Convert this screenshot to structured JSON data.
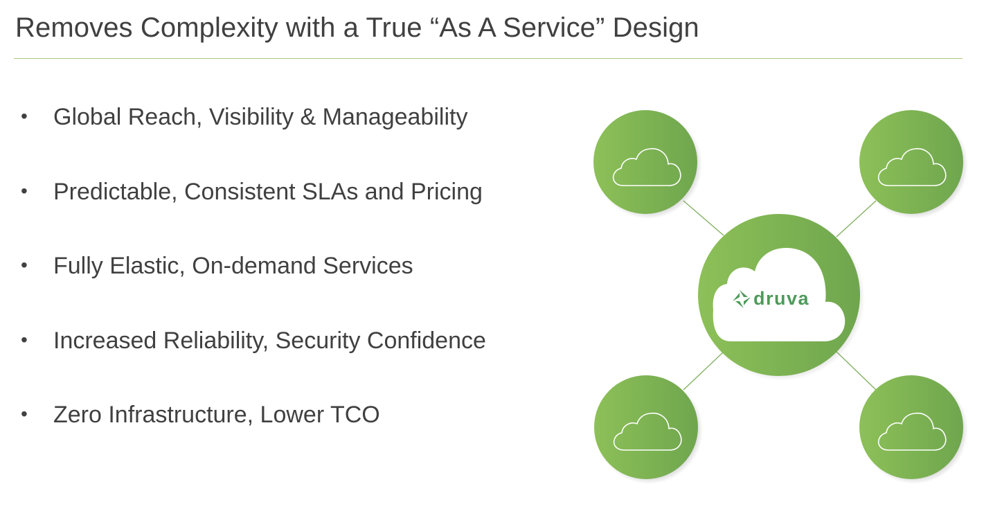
{
  "title": "Removes Complexity with a True “As A Service” Design",
  "bullets": [
    "Global Reach, Visibility & Manageability",
    "Predictable, Consistent SLAs and Pricing",
    "Fully Elastic, On-demand Services",
    "Increased Reliability, Security Confidence",
    "Zero Infrastructure, Lower TCO"
  ],
  "diagram": {
    "hub_logo_text": "druva",
    "node_count": 4,
    "colors": {
      "circle_light": "#8dc058",
      "circle_dark": "#6fa64e",
      "connector": "#7fae5e",
      "rule": "#a9c77c",
      "logo": "#4e9a5a"
    }
  }
}
